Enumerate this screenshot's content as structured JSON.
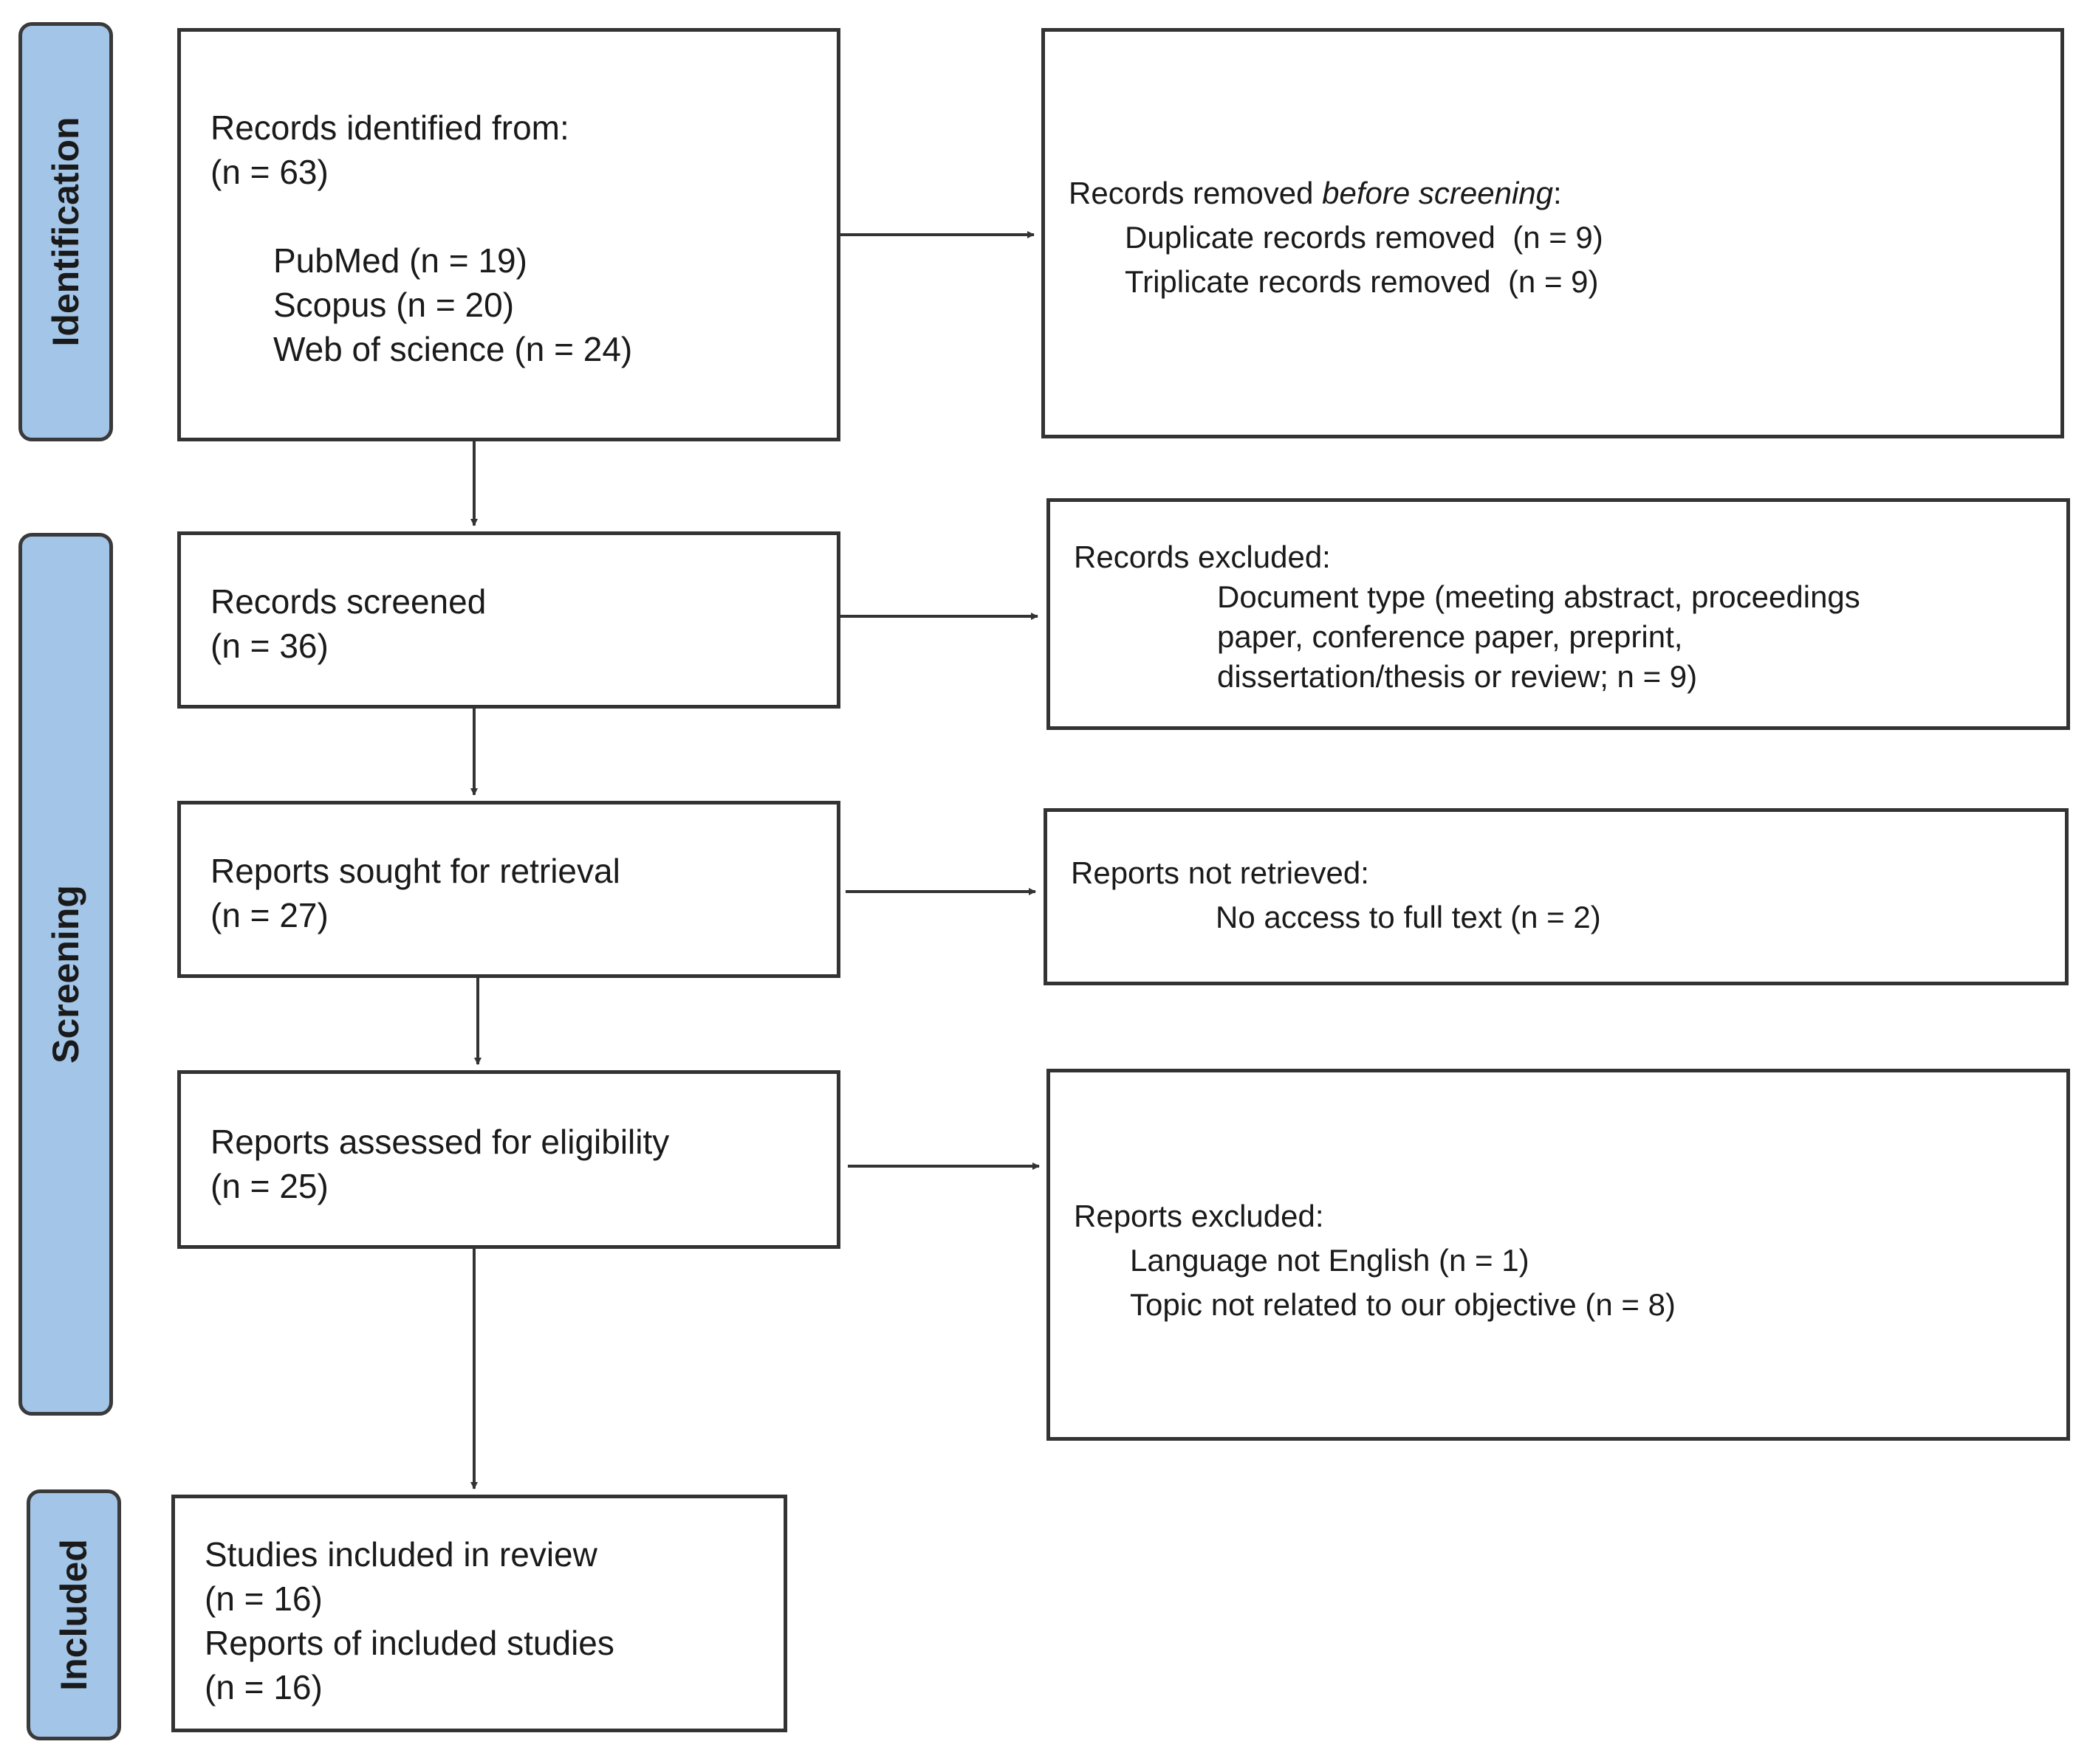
{
  "stages": {
    "identification": "Identification",
    "screening": "Screening",
    "included": "Included"
  },
  "identified": {
    "heading": "Records identified from:",
    "count": "(n = 63)",
    "sources": [
      "PubMed (n = 19)",
      "Scopus (n = 20)",
      "Web of science (n = 24)"
    ]
  },
  "removed": {
    "heading_prefix": "Records removed ",
    "heading_emphasis": "before screening",
    "heading_suffix": ":",
    "items": [
      "Duplicate records removed  (n = 9)",
      "Triplicate records removed  (n = 9)"
    ]
  },
  "screened": {
    "heading": "Records screened",
    "count": "(n = 36)"
  },
  "excluded": {
    "heading": "Records excluded:",
    "lines": [
      "Document type (meeting abstract, proceedings",
      "paper, conference paper, preprint,",
      "dissertation/thesis or review; n = 9)"
    ]
  },
  "sought": {
    "heading": "Reports sought for retrieval",
    "count": "(n = 27)"
  },
  "not_retrieved": {
    "heading": "Reports not retrieved:",
    "item": "No access to full text (n = 2)"
  },
  "assessed": {
    "heading": "Reports assessed for eligibility",
    "count": "(n = 25)"
  },
  "reports_excluded": {
    "heading": "Reports excluded:",
    "items": [
      "Language not English (n = 1)",
      "Topic not related to our objective (n = 8)"
    ]
  },
  "included": {
    "studies": "Studies included in review",
    "studies_count": "(n = 16)",
    "reports": "Reports of included studies",
    "reports_count": "(n = 16)"
  }
}
